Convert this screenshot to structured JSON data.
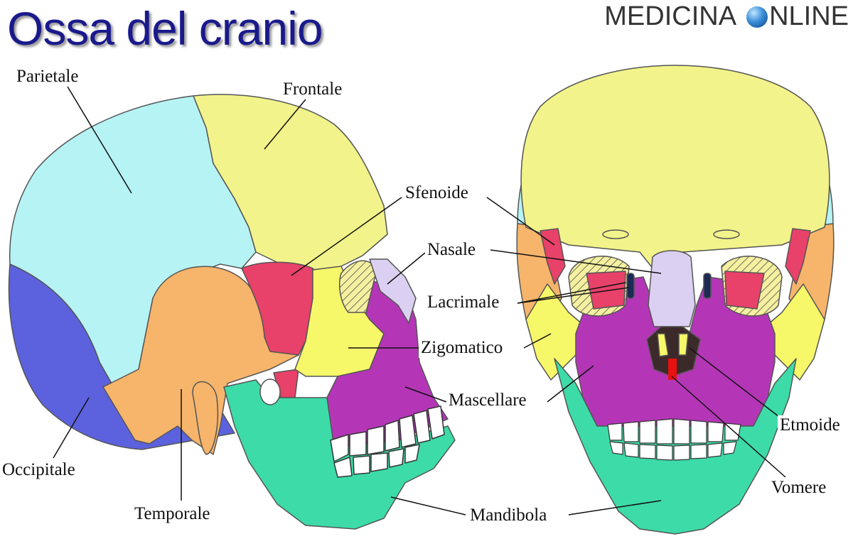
{
  "title": "Ossa del cranio",
  "brand": {
    "text_left": "MEDICINA",
    "text_right": "NLINE",
    "logo_icon": "globe-icon"
  },
  "labels": {
    "parietale": "Parietale",
    "frontale": "Frontale",
    "sfenoide": "Sfenoide",
    "nasale": "Nasale",
    "lacrimale": "Lacrimale",
    "zigomatico": "Zigomatico",
    "mascellare": "Mascellare",
    "occipitale": "Occipitale",
    "temporale": "Temporale",
    "mandibola": "Mandibola",
    "etmoide": "Etmoide",
    "vomere": "Vomere"
  },
  "colors": {
    "title": "#1a1a8c",
    "parietale": "#b6f3f5",
    "frontale": "#f2f38a",
    "occipitale": "#5c62dd",
    "temporale": "#f6b56b",
    "sfenoide": "#e8416a",
    "zigomatico": "#f7f76a",
    "mascellare": "#b436b7",
    "nasale": "#dcd0f2",
    "mandibola": "#3ddba8",
    "vomere": "#e81010"
  }
}
